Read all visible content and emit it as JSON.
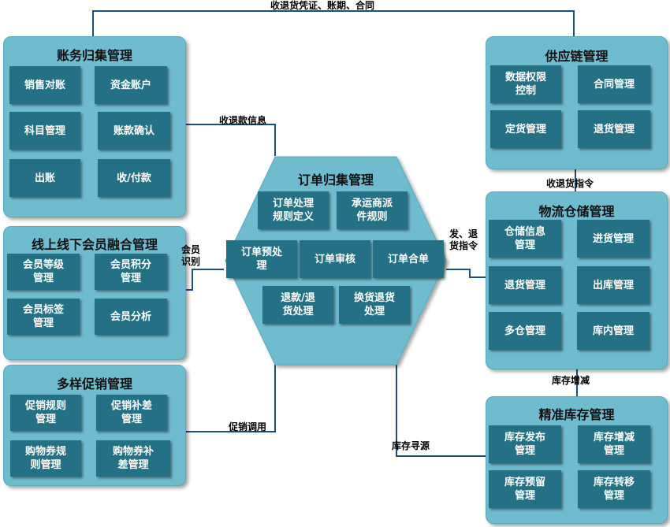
{
  "connections": {
    "top": "收退货凭证、账期、合同",
    "refund_info": "收退款信息",
    "member_id": "会员\n识别",
    "promo_call": "促销调用",
    "ship_return": "发、退\n货指令",
    "receive_return": "收退货指令",
    "stock_change": "库存增减",
    "stock_source": "库存寻源"
  },
  "accounting": {
    "title": "账务归集管理",
    "items": [
      "销售对账",
      "资金账户",
      "科目管理",
      "账款确认",
      "出账",
      "收/付款"
    ]
  },
  "member": {
    "title": "线上线下会员融合管理",
    "items": [
      "会员等级\n管理",
      "会员积分\n管理",
      "会员标签\n管理",
      "会员分析"
    ]
  },
  "promotion": {
    "title": "多样促销管理",
    "items": [
      "促销规则\n管理",
      "促销补差\n管理",
      "购物券规\n则管理",
      "购物券补\n差管理"
    ]
  },
  "order": {
    "title": "订单归集管理",
    "items": [
      "订单处理\n规则定义",
      "承运商派\n件规则",
      "订单预处\n理",
      "订单审核",
      "订单合单",
      "退款/退\n货处理",
      "换货退货\n处理"
    ]
  },
  "supply": {
    "title": "供应链管理",
    "items": [
      "数据权限\n控制",
      "合同管理",
      "定货管理",
      "退货管理"
    ]
  },
  "logistics": {
    "title": "物流仓储管理",
    "items": [
      "仓储信息\n管理",
      "进货管理",
      "退货管理",
      "出库管理",
      "多仓管理",
      "库内管理"
    ]
  },
  "inventory": {
    "title": "精准库存管理",
    "items": [
      "库存发布\n管理",
      "库存增减\n管理",
      "库存预留\n管理",
      "库存转移\n管理"
    ]
  }
}
